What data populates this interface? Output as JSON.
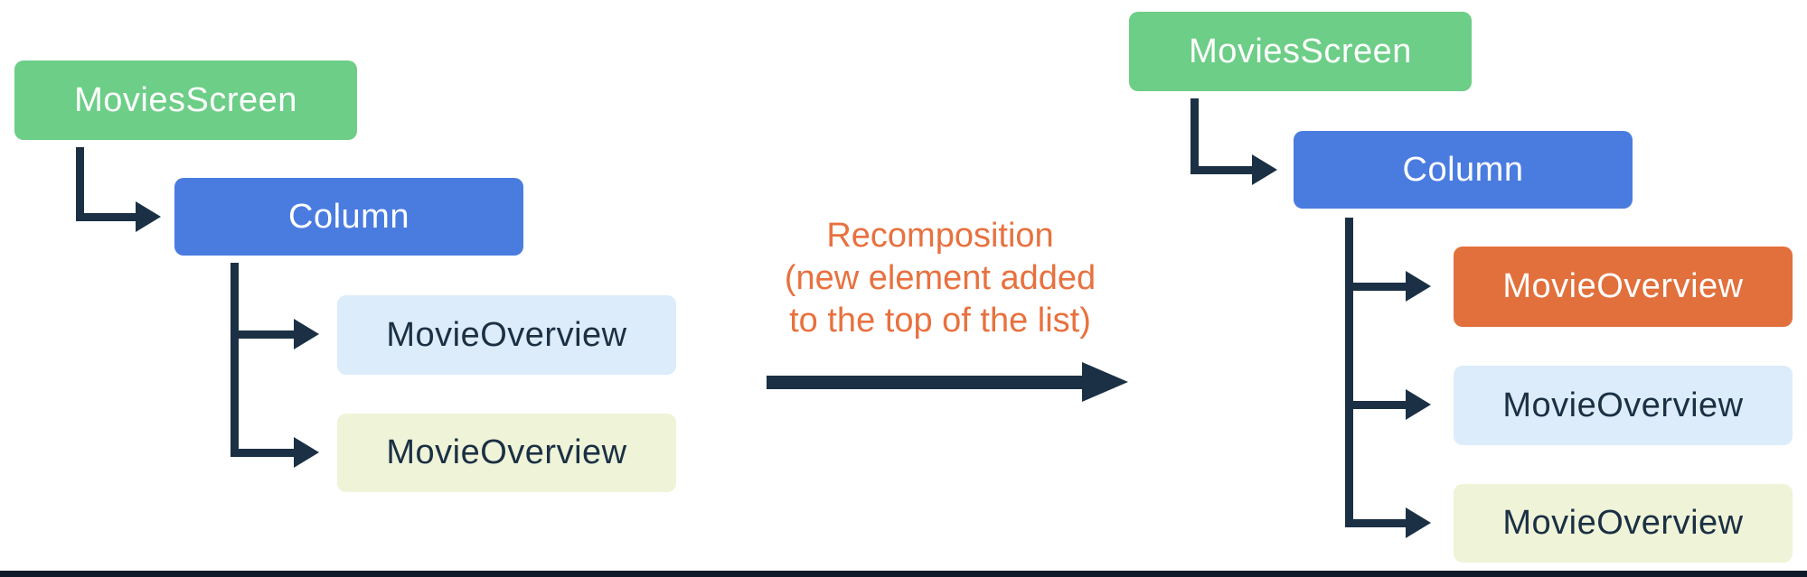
{
  "colors": {
    "green": "#6DCE87",
    "blue": "#4A7CE0",
    "light-blue": "#DCECFA",
    "light-yellow": "#EFF3D8",
    "orange": "#E2703C",
    "navy": "#1B3044",
    "annotation": "#E8713F",
    "bottom-bar": "#0F1B28"
  },
  "left_tree": {
    "root": "MoviesScreen",
    "container": "Column",
    "children": [
      "MovieOverview",
      "MovieOverview"
    ]
  },
  "right_tree": {
    "root": "MoviesScreen",
    "container": "Column",
    "children": [
      "MovieOverview",
      "MovieOverview",
      "MovieOverview"
    ]
  },
  "annotation": {
    "line1": "Recomposition",
    "line2": "(new element added",
    "line3": "to the top of the list)"
  }
}
